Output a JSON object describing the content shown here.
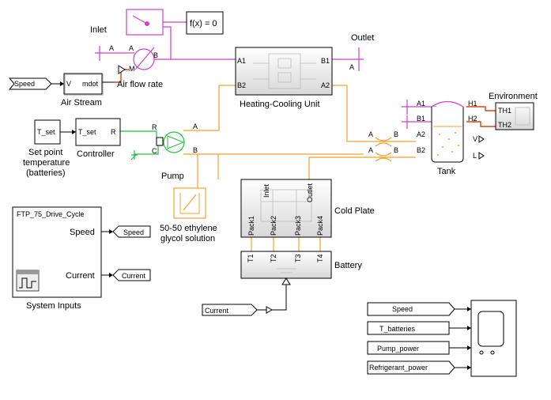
{
  "blocks": {
    "fx": "f(x) = 0",
    "inlet": "Inlet",
    "outlet": "Outlet",
    "air_stream": {
      "label": "Air Stream",
      "port_v": "V",
      "port_mdot": "mdot"
    },
    "air_flow_rate": "Air flow rate",
    "speed_tag": "Speed",
    "heating_cooling": {
      "label": "Heating-Cooling Unit",
      "a1": "A1",
      "b1": "B1",
      "b2": "B2",
      "a2": "A2"
    },
    "environment": {
      "label": "Environment",
      "th1": "TH1",
      "th2": "TH2"
    },
    "tank": {
      "label": "Tank",
      "a1": "A1",
      "b1": "B1",
      "a2": "A2",
      "b2": "B2",
      "h1": "H1",
      "h2": "H2",
      "v": "V",
      "l": "L"
    },
    "t_set": {
      "name": "T_set",
      "label_line1": "Set point",
      "label_line2": "temperature",
      "label_line3": "(batteries)"
    },
    "controller": {
      "label": "Controller",
      "in": "T_set",
      "out": "R"
    },
    "pump": {
      "label": "Pump",
      "r": "R",
      "c": "C",
      "a": "A",
      "b": "B"
    },
    "glycol": {
      "line1": "50-50 ethylene",
      "line2": "glycol solution"
    },
    "cold_plate": {
      "label": "Cold Plate",
      "inlet": "Inlet",
      "outlet": "Outlet",
      "pack1": "Pack1",
      "pack2": "Pack2",
      "pack3": "Pack3",
      "pack4": "Pack4"
    },
    "battery": {
      "label": "Battery",
      "t1": "T1",
      "t2": "T2",
      "t3": "T3",
      "t4": "T4"
    },
    "system_inputs": {
      "label": "System Inputs",
      "title": "FTP_75_Drive_Cycle",
      "speed": "Speed",
      "current": "Current",
      "tag_speed": "Speed",
      "tag_current": "Current"
    },
    "current_tag": "Current",
    "scope_inputs": [
      "Speed",
      "T_batteries",
      "Pump_power",
      "Refrigerant_power"
    ]
  },
  "port_letters": {
    "a": "A",
    "b": "B",
    "m": "M"
  }
}
